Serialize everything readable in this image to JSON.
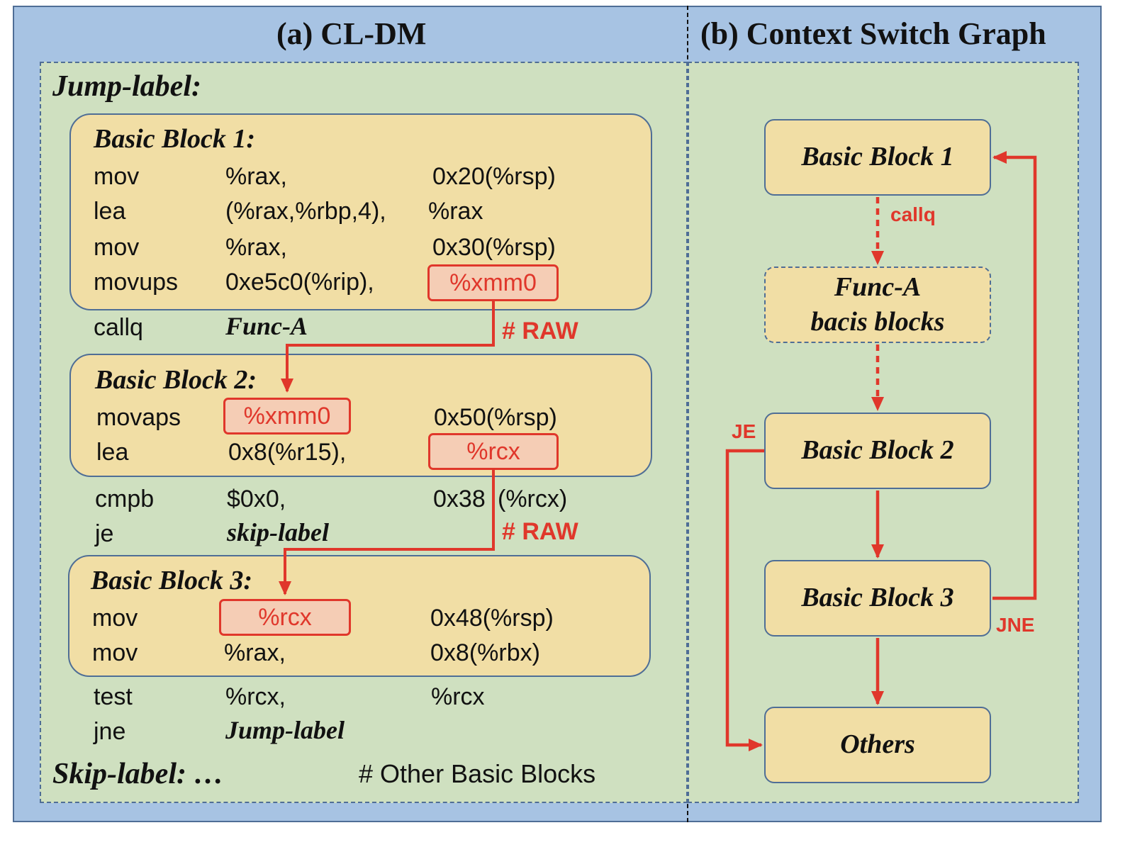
{
  "panel_a": {
    "title": "(a) CL-DM",
    "jump_label": "Jump-label:",
    "blocks": [
      {
        "title": "Basic Block 1:",
        "rows": [
          [
            "mov",
            "%rax,",
            "0x20(%rsp)"
          ],
          [
            "lea",
            "(%rax,%rbp,4),",
            "%rax"
          ],
          [
            "mov",
            "%rax,",
            "0x30(%rsp)"
          ],
          [
            "movups",
            "0xe5c0(%rip),",
            "%xmm0"
          ]
        ]
      },
      {
        "title": "Basic Block 2:",
        "rows": [
          [
            "movaps",
            "%xmm0",
            "0x50(%rsp)"
          ],
          [
            "lea",
            "0x8(%r15),",
            "%rcx"
          ]
        ]
      },
      {
        "title": "Basic Block 3:",
        "rows": [
          [
            "mov",
            "%rcx",
            "0x48(%rsp)"
          ],
          [
            "mov",
            "%rax,",
            "0x8(%rbx)"
          ]
        ]
      }
    ],
    "after_bb1": [
      "callq",
      "Func-A"
    ],
    "after_bb2": [
      [
        "cmpb",
        "$0x0,",
        "0x38",
        "(%rcx)"
      ],
      [
        "je",
        "skip-label"
      ]
    ],
    "after_bb3": [
      [
        "test",
        "%rcx,",
        "%rcx"
      ],
      [
        "jne",
        "Jump-label"
      ]
    ],
    "raw_label_1": "# RAW",
    "raw_label_2": "# RAW",
    "skip_label": "Skip-label: …",
    "other_comment": "# Other Basic Blocks"
  },
  "panel_b": {
    "title": "(b) Context Switch Graph",
    "nodes": {
      "bb1": "Basic Block 1",
      "func_a_line1": "Func-A",
      "func_a_line2": "bacis blocks",
      "bb2": "Basic Block 2",
      "bb3": "Basic Block 3",
      "others": "Others"
    },
    "edge_labels": {
      "callq": "callq",
      "je": "JE",
      "jne": "JNE"
    }
  },
  "colors": {
    "outer_bg": "#a7c3e3",
    "panel_bg": "#cfe0c0",
    "block_bg": "#f1dea5",
    "accent_red": "#e0372b",
    "highlight_bg": "#f5cdb5",
    "border_blue": "#4f6e96"
  }
}
